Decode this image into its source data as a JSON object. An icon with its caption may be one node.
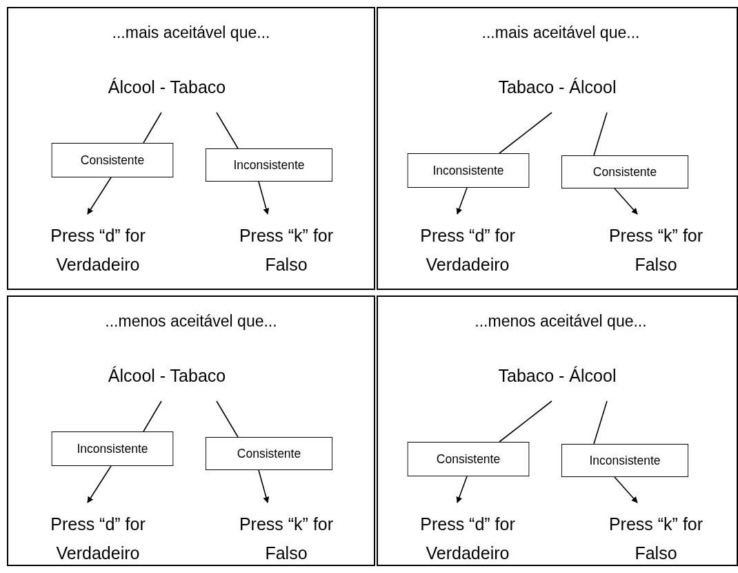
{
  "diagram": {
    "nodes": [
      {
        "text": [
          "...mais aceitável que..."
        ]
      },
      {
        "text": [
          "Álcool - Tabaco"
        ],
        "in": 0
      },
      {
        "text": [
          "Consistente"
        ],
        "in": 0
      },
      {
        "text": [
          "Inconsistente"
        ],
        "in": 0
      },
      {
        "text": [
          "Press “d” for Verdadeiro"
        ],
        "in": 0
      },
      {
        "text": [
          "Press “k” for Falso"
        ],
        "in": 0
      },
      {
        "text": [
          "...mais aceitável que..."
        ]
      },
      {
        "text": [
          "Tabaco - Álcool"
        ],
        "in": 6
      },
      {
        "text": [
          "Inconsistente"
        ],
        "in": 6
      },
      {
        "text": [
          "Consistente"
        ],
        "in": 6
      },
      {
        "text": [
          "Press “d” for Verdadeiro"
        ],
        "in": 6
      },
      {
        "text": [
          "Press “k” for Falso"
        ],
        "in": 6
      },
      {
        "text": [
          "...menos aceitável que..."
        ]
      },
      {
        "text": [
          "Álcool - Tabaco"
        ],
        "in": 12
      },
      {
        "text": [
          "Inconsistente"
        ],
        "in": 12
      },
      {
        "text": [
          "Consistente"
        ],
        "in": 12
      },
      {
        "text": [
          "Press “d” for Verdadeiro"
        ],
        "in": 12
      },
      {
        "text": [
          "Press “k” for Falso"
        ],
        "in": 12
      },
      {
        "text": [
          "...menos aceitável que..."
        ]
      },
      {
        "text": [
          "Tabaco - Álcool"
        ],
        "in": 18
      },
      {
        "text": [
          "Consistente"
        ],
        "in": 18
      },
      {
        "text": [
          "Inconsistente"
        ],
        "in": 18
      },
      {
        "text": [
          "Press “d” for Verdadeiro"
        ],
        "in": 18
      },
      {
        "text": [
          "Press “k” for Falso"
        ],
        "in": 18
      }
    ],
    "edges": [
      {
        "from": 1,
        "to": 2,
        "arrow": "none"
      },
      {
        "from": 2,
        "to": 4,
        "arrow": "to"
      },
      {
        "from": 1,
        "to": 3,
        "arrow": "none"
      },
      {
        "from": 3,
        "to": 5,
        "arrow": "to"
      },
      {
        "from": 7,
        "to": 8,
        "arrow": "none"
      },
      {
        "from": 8,
        "to": 10,
        "arrow": "to"
      },
      {
        "from": 7,
        "to": 9,
        "arrow": "none"
      },
      {
        "from": 9,
        "to": 11,
        "arrow": "to"
      },
      {
        "from": 13,
        "to": 14,
        "arrow": "none"
      },
      {
        "from": 14,
        "to": 16,
        "arrow": "to"
      },
      {
        "from": 13,
        "to": 15,
        "arrow": "none"
      },
      {
        "from": 15,
        "to": 17,
        "arrow": "to"
      },
      {
        "from": 19,
        "to": 20,
        "arrow": "none"
      },
      {
        "from": 20,
        "to": 22,
        "arrow": "to"
      },
      {
        "from": 19,
        "to": 21,
        "arrow": "none"
      },
      {
        "from": 21,
        "to": 23,
        "arrow": "to"
      }
    ]
  }
}
